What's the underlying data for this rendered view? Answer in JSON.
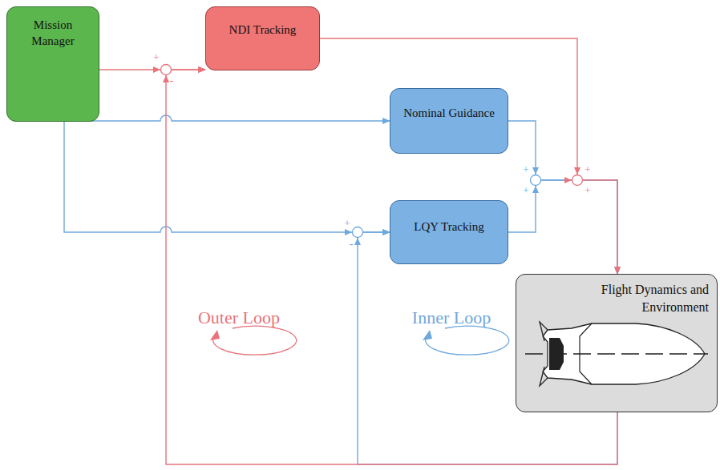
{
  "diagram": {
    "nodes": [
      {
        "text": [
          "Mission Manager"
        ]
      },
      {
        "text": [
          "NDI Tracking"
        ]
      },
      {
        "text": [
          "Nominal Guidance"
        ]
      },
      {
        "text": [
          "LQY Tracking"
        ]
      },
      {
        "text": [
          "Flight Dynamics and Environment"
        ]
      }
    ],
    "edges": [
      {
        "from": 0,
        "to": 2,
        "arrow": "to"
      },
      {
        "from": 0,
        "to": 3,
        "arrow": "to"
      },
      {
        "from": 2,
        "to": 4,
        "arrow": "to"
      },
      {
        "from": 3,
        "to": 4,
        "arrow": "to"
      },
      {
        "from": 4,
        "to": 3,
        "arrow": "to"
      },
      {
        "from": 0,
        "to": 1,
        "arrow": "to"
      },
      {
        "from": 1,
        "to": 4,
        "arrow": "to"
      },
      {
        "from": 4,
        "to": 1,
        "arrow": "to"
      }
    ],
    "labels": [
      "+",
      "-",
      "+",
      "+",
      "+",
      "+",
      "+",
      "-",
      "Outer Loop",
      "Inner Loop"
    ]
  }
}
